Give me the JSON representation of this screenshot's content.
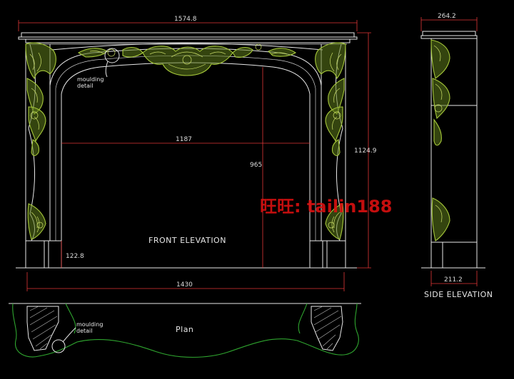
{
  "front": {
    "dims": {
      "overall_width": "1574.8",
      "opening_width": "1187",
      "opening_height": "965",
      "overall_height": "1124.9",
      "plinth_height": "122.8",
      "base_width": "1430"
    },
    "label": "FRONT ELEVATION",
    "moulding_note": [
      "moulding",
      "detail"
    ]
  },
  "side": {
    "dims": {
      "top_depth": "264.2",
      "base_depth": "211.2"
    },
    "label": "SIDE ELEVATION"
  },
  "plan": {
    "label": "Plan",
    "moulding_note": [
      "moulding",
      "detail"
    ]
  },
  "watermark": "旺旺: tailin188",
  "colors": {
    "background": "#000000",
    "dimension": "#e23636",
    "outline": "#e8e8e8",
    "ornament": "#a6c83a",
    "plan_outline": "#2fa52f",
    "watermark": "#e01010"
  }
}
